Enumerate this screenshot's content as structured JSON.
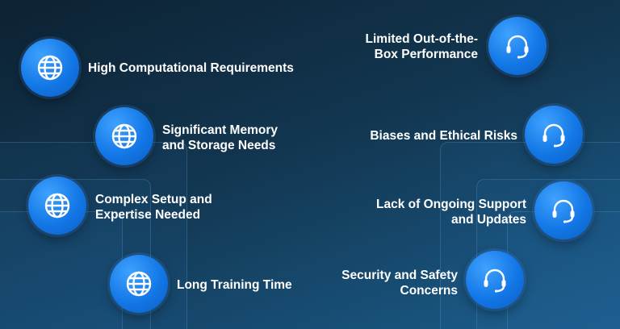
{
  "left_items": [
    {
      "lines": [
        "High Computational Requirements"
      ],
      "icon": "globe-icon"
    },
    {
      "lines": [
        "Significant Memory",
        "and Storage Needs"
      ],
      "icon": "globe-icon"
    },
    {
      "lines": [
        "Complex Setup and",
        "Expertise Needed"
      ],
      "icon": "globe-icon"
    },
    {
      "lines": [
        "Long Training Time"
      ],
      "icon": "globe-icon"
    }
  ],
  "right_items": [
    {
      "lines": [
        "Limited Out-of-the-",
        "Box Performance"
      ],
      "icon": "headset-icon"
    },
    {
      "lines": [
        "Biases and Ethical Risks"
      ],
      "icon": "headset-icon"
    },
    {
      "lines": [
        "Lack of Ongoing Support",
        "and Updates"
      ],
      "icon": "headset-icon"
    },
    {
      "lines": [
        "Security and Safety",
        "Concerns"
      ],
      "icon": "headset-icon"
    }
  ],
  "colors": {
    "accent": "#1377e6",
    "text": "#ffffff",
    "background": "#123650"
  }
}
